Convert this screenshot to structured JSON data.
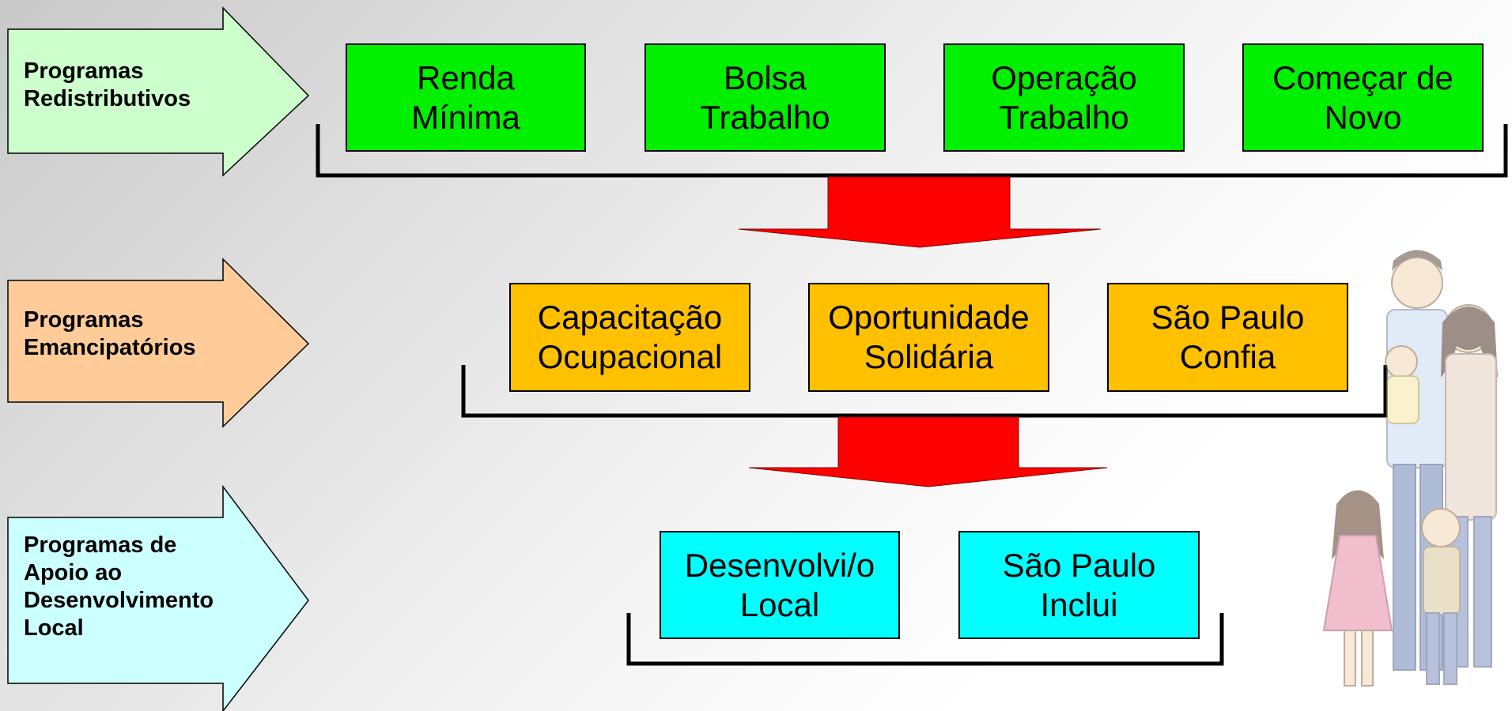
{
  "rows": [
    {
      "label": "Programas\nRedistributivos",
      "color": "#ccffcc",
      "boxes": [
        {
          "text": "Renda\nMínima"
        },
        {
          "text": "Bolsa\nTrabalho"
        },
        {
          "text": "Operação\nTrabalho"
        },
        {
          "text": "Começar de\nNovo"
        }
      ]
    },
    {
      "label": "Programas\nEmancipatórios",
      "color": "#ffcc99",
      "boxes": [
        {
          "text": "Capacitação\nOcupacional"
        },
        {
          "text": "Oportunidade\nSolidária"
        },
        {
          "text": "São Paulo\nConfia"
        }
      ]
    },
    {
      "label": "Programas de\nApoio ao\nDesenvolvimento\nLocal",
      "color": "#ccffff",
      "boxes": [
        {
          "text": "Desenvolvi/o\nLocal"
        },
        {
          "text": "São Paulo\nInclui"
        }
      ]
    }
  ],
  "box_colors": {
    "row1": "#00f000",
    "row2": "#ffc000",
    "row3": "#00ffff"
  },
  "flow_arrow_color": "#ff0000",
  "decoration": "family-clipart"
}
